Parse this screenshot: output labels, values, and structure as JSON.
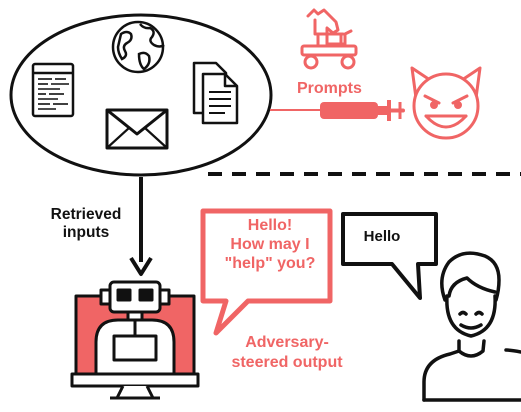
{
  "labels": {
    "retrieved_inputs": [
      "Retrieved",
      "inputs"
    ],
    "prompts": "Prompts",
    "user_message": "Hello",
    "adversary_message": [
      "Hello!",
      "How may I",
      "\"help\" you?"
    ],
    "adversary_output": [
      "Adversary-",
      "steered output"
    ]
  },
  "icons": {
    "retrieval_sources": [
      "code-document-icon",
      "globe-icon",
      "files-icon",
      "envelope-icon"
    ],
    "attack": [
      "trojan-horse-icon",
      "syringe-icon",
      "devil-face-icon"
    ],
    "agent": "robot-computer-icon",
    "user": "person-icon"
  },
  "colors": {
    "accent_red": "#f06565",
    "ink": "#111111"
  }
}
